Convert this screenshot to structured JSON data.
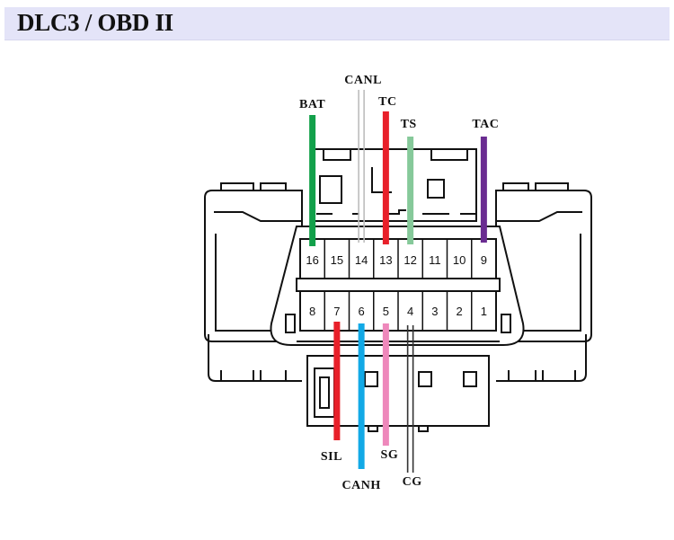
{
  "header": {
    "title": "DLC3 / OBD II"
  },
  "connector": {
    "top_row_pins": [
      "16",
      "15",
      "14",
      "13",
      "12",
      "11",
      "10",
      "9"
    ],
    "bottom_row_pins": [
      "8",
      "7",
      "6",
      "5",
      "4",
      "3",
      "2",
      "1"
    ]
  },
  "signals": [
    {
      "id": "bat",
      "label": "BAT",
      "pin": "16",
      "color": "#12a04a",
      "style": "solid"
    },
    {
      "id": "canl",
      "label": "CANL",
      "pin": "14",
      "color": "#bdbdbd",
      "style": "double"
    },
    {
      "id": "tc",
      "label": "TC",
      "pin": "13",
      "color": "#e8202a",
      "style": "solid"
    },
    {
      "id": "ts",
      "label": "TS",
      "pin": "12",
      "color": "#86c99a",
      "style": "solid"
    },
    {
      "id": "tac",
      "label": "TAC",
      "pin": "9",
      "color": "#6a2c91",
      "style": "solid"
    },
    {
      "id": "sil",
      "label": "SIL",
      "pin": "7",
      "color": "#e8202a",
      "style": "solid"
    },
    {
      "id": "canh",
      "label": "CANH",
      "pin": "6",
      "color": "#12a9e6",
      "style": "solid"
    },
    {
      "id": "sg",
      "label": "SG",
      "pin": "5",
      "color": "#ee88bb",
      "style": "solid"
    },
    {
      "id": "cg",
      "label": "CG",
      "pin": "4",
      "color": "#333333",
      "style": "double"
    }
  ]
}
